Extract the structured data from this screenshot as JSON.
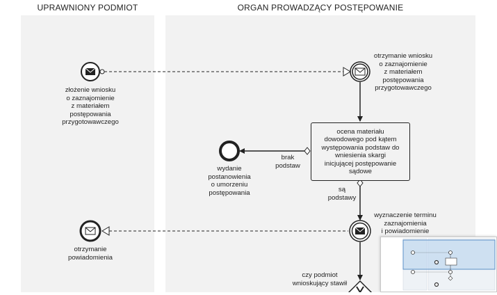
{
  "lanes": {
    "left_title": "UPRAWNIONY PODMIOT",
    "right_title": "ORGAN PROWADZĄCY POSTĘPOWANIE"
  },
  "events": {
    "submit_request": "złożenie wniosku\no zaznajomienie\nz materiałem\npostępowania\nprzygotowawczego",
    "receive_request": "otrzymanie wniosku\no zaznajomienie\nz materiałem\npostępowania\nprzygotowawczego",
    "discontinue": "wydanie\npostanowienia\no umorzeniu\npostępowania",
    "schedule": "wyznaczenie terminu\nzaznajomienia\ni powiadomienie",
    "receive_notice": "otrzymanie\npowiadomienia"
  },
  "tasks": {
    "assess": "ocena materiału\ndowodowego pod kątem\nwystępowania podstaw do\nwniesienia skargi\ninicjującej postępowanie\nsądowe"
  },
  "flows": {
    "no_grounds": "brak\npodstaw",
    "grounds": "są\npodstawy"
  },
  "gateways": {
    "question": "czy podmiot\nwnioskujący stawił"
  },
  "colors": {
    "lane_bg": "#f2f2f2",
    "stroke": "#222222",
    "minimap_highlight": "#b9d3ee"
  }
}
